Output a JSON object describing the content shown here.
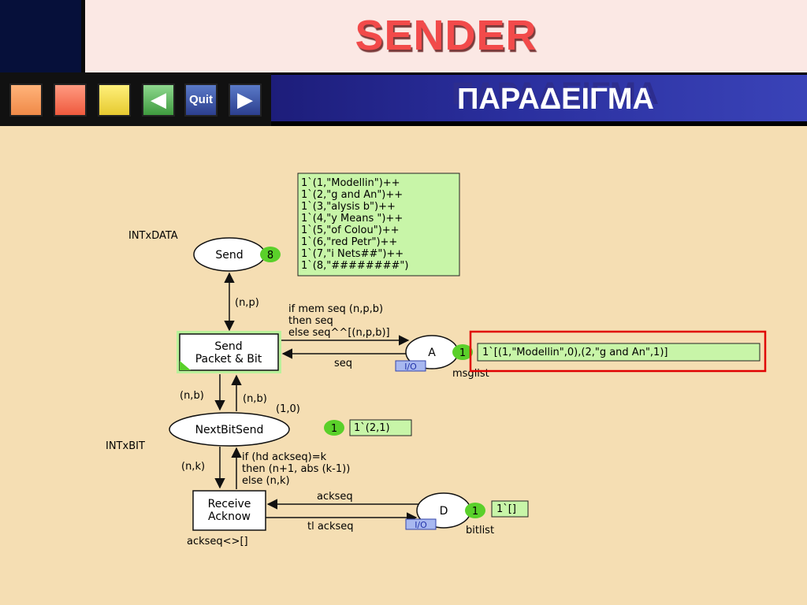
{
  "header": {
    "title": "SENDER",
    "subtitle": "ΠΑΡΑΔΕΙΓΜΑ"
  },
  "nav": {
    "quit_label": "Quit",
    "prev_icon": "arrow-left-icon",
    "next_icon": "arrow-right-icon"
  },
  "colors": {
    "background": "#f5deb3",
    "title": "#f24a4a",
    "banner": "#2a2f9e",
    "token": "#5ad02a",
    "marking_box": "#c8f5a8",
    "highlight": "#e00000"
  },
  "diagram": {
    "places": {
      "send": {
        "label": "Send",
        "type": "INTxDATA",
        "count": "8"
      },
      "next_bit": {
        "label": "NextBitSend",
        "type": "INTxBIT",
        "count": "1",
        "marking": "1`(2,1)"
      },
      "a": {
        "label": "A",
        "tag": "I/O",
        "type": "msglist",
        "count": "1",
        "marking": "1`[(1,\"Modellin\",0),(2,\"g and An\",1)]"
      },
      "d": {
        "label": "D",
        "tag": "I/O",
        "type": "bitlist",
        "count": "1",
        "marking": "1`[]"
      }
    },
    "transitions": {
      "send_packet": {
        "line1": "Send",
        "line2": "Packet & Bit"
      },
      "receive_ack": {
        "line1": "Receive",
        "line2": "Acknow",
        "guard": "ackseq<>[]"
      }
    },
    "send_marking": [
      "1`(1,\"Modellin\")++",
      "1`(2,\"g and An\")++",
      "1`(3,\"alysis b\")++",
      "1`(4,\"y Means \")++",
      "1`(5,\"of Colou\")++",
      "1`(6,\"red Petr\")++",
      "1`(7,\"i Nets##\")++",
      "1`(8,\"########\")"
    ],
    "arcs": {
      "send_to_t": "(n,p)",
      "t_to_a": [
        "if mem seq (n,p,b)",
        "then seq",
        "else seq^^[(n,p,b)]"
      ],
      "a_to_t": "seq",
      "t_to_nb": "(n,b)",
      "nb_to_t": "(n,b)",
      "initial_nb": "(1,0)",
      "nb_to_r": "(n,k)",
      "r_to_nb": [
        "if (hd ackseq)=k",
        "then (n+1, abs (k-1))",
        "else (n,k)"
      ],
      "d_to_r": "ackseq",
      "r_to_d": "tl ackseq"
    }
  }
}
